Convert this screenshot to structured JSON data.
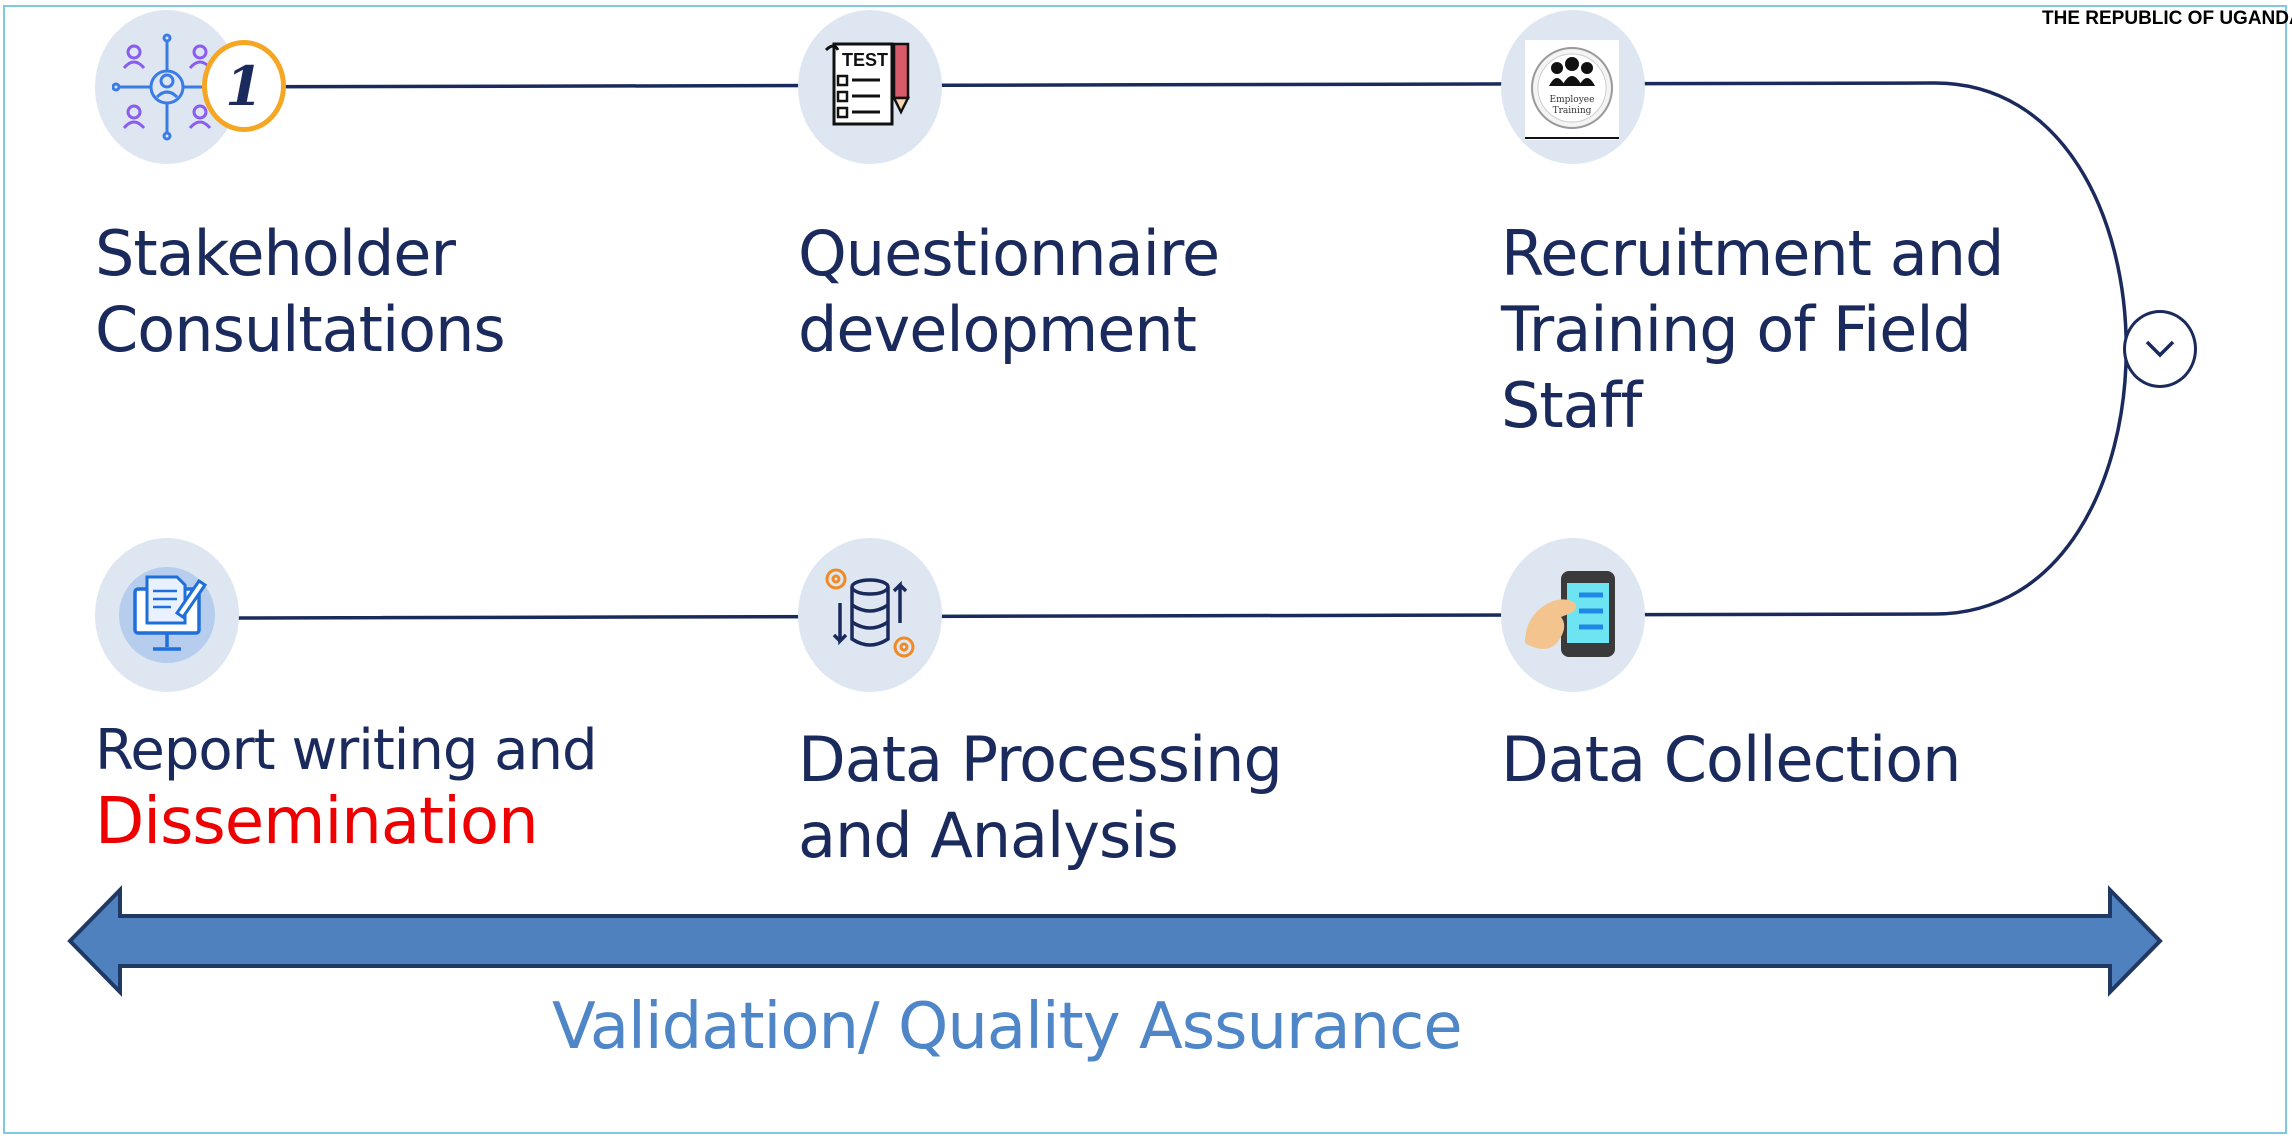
{
  "corner_text": "THE REPUBLIC OF UGANDA",
  "steps": [
    {
      "number": "1",
      "label_lines": [
        "Stakeholder",
        "Consultations"
      ],
      "icon": "stakeholder-network-icon"
    },
    {
      "label_lines": [
        "Questionnaire",
        "development"
      ],
      "icon": "test-document-icon"
    },
    {
      "label_lines": [
        "Recruitment and",
        "Training of Field",
        "Staff"
      ],
      "icon": "employee-training-icon",
      "icon_text": [
        "Employee",
        "Training"
      ]
    },
    {
      "label_lines": [
        "Data Collection"
      ],
      "icon": "mobile-tablet-icon"
    },
    {
      "label_lines": [
        "Data Processing",
        "and Analysis"
      ],
      "icon": "database-gears-icon"
    },
    {
      "label_lines": [
        "Report writing and",
        "Dissemination"
      ],
      "icon": "report-computer-icon"
    }
  ],
  "icon_test_text": "TEST",
  "bottom_label": "Validation/ Quality Assurance",
  "colors": {
    "text": "#1b2a5c",
    "highlight": "#ee0000",
    "arrow_fill": "#4e81bd",
    "arrow_stroke": "#1f3864",
    "circle_bg": "#dde6f1",
    "badge_ring": "#f5a623",
    "qa_text": "#4e86c7"
  }
}
